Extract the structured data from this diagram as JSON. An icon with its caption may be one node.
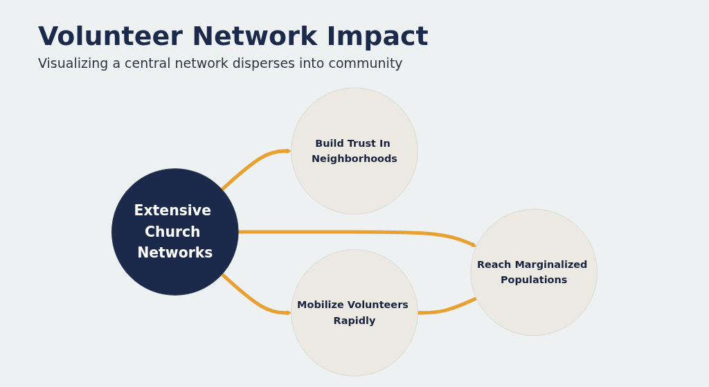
{
  "diagram": {
    "title": "Volunteer Network Impact",
    "nodes": [
      {
        "text": [
          "Build Trust In Neighborhoods"
        ]
      },
      {
        "text": [
          "Extensive Church Networks"
        ]
      },
      {
        "text": [
          "Mobilize Volunteers Rapidly"
        ]
      },
      {
        "text": [
          "Reach Marginalized Populations"
        ]
      }
    ],
    "edges": [
      {
        "from": 1,
        "to": 0,
        "arrow": "to"
      },
      {
        "from": 1,
        "to": 2,
        "arrow": "to"
      },
      {
        "from": 1,
        "to": 3,
        "arrow": "to"
      },
      {
        "from": 2,
        "to": 3,
        "arrow": "none"
      }
    ],
    "labels": [
      "Visualizing a central network disperses into community"
    ]
  }
}
